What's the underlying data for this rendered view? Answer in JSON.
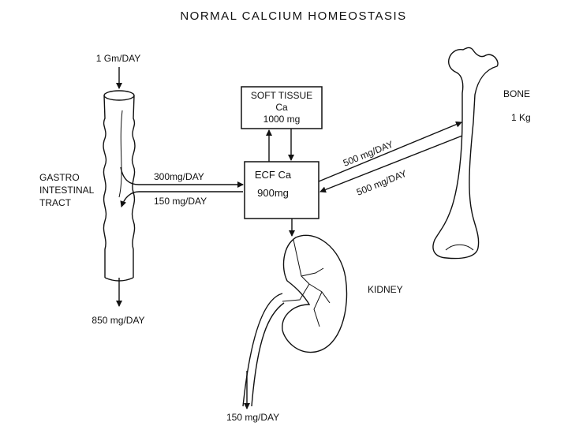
{
  "title": "NORMAL CALCIUM HOMEOSTASIS",
  "gi_tract": {
    "label_line1": "GASTRO",
    "label_line2": "INTESTINAL",
    "label_line3": "TRACT",
    "intake": "1 Gm/DAY",
    "fecal_output": "850 mg/DAY",
    "absorption": "300mg/DAY",
    "secretion": "150 mg/DAY"
  },
  "soft_tissue": {
    "line1": "SOFT TISSUE",
    "line2": "Ca",
    "line3": "1000 mg"
  },
  "ecf": {
    "line1": "ECF Ca",
    "line2": "900mg"
  },
  "bone": {
    "label": "BONE",
    "amount": "1 Kg",
    "deposition": "500 mg/DAY",
    "resorption": "500 mg/DAY"
  },
  "kidney": {
    "label": "KIDNEY",
    "urinary_output": "150 mg/DAY"
  }
}
